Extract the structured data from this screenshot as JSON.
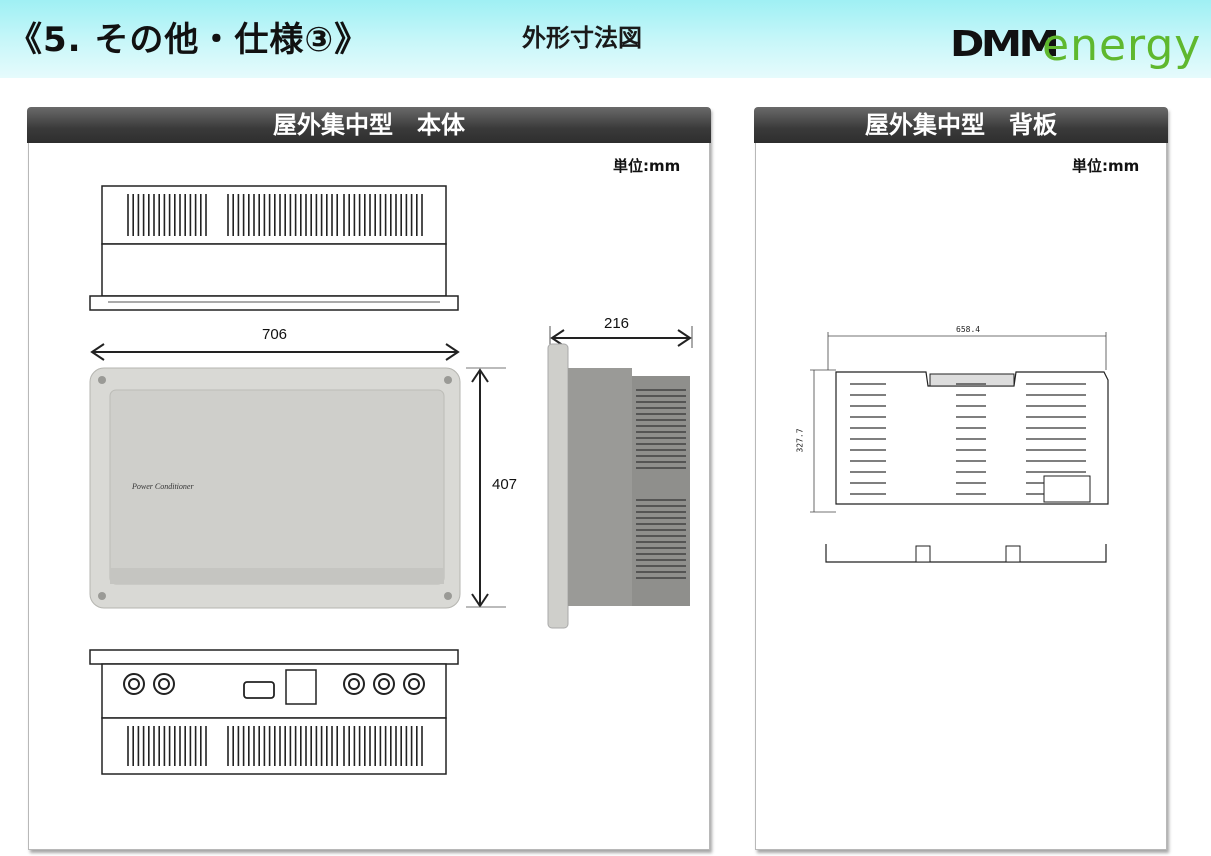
{
  "header": {
    "title": "《5. その他・仕様③》",
    "subtitle": "外形寸法図",
    "logo": {
      "dmm": "DMM",
      "energy": "energy"
    }
  },
  "left_panel": {
    "title": "屋外集中型　本体",
    "unit_label": "単位:mm",
    "dim_width": "706",
    "dim_height": "407",
    "dim_depth": "216",
    "device_label": "Power Conditioner"
  },
  "right_panel": {
    "title": "屋外集中型　背板",
    "unit_label": "単位:mm",
    "dim_width": "658.4",
    "dim_height": "327.7"
  },
  "colors": {
    "brand_green": "#5fb82e",
    "header_cyan": "#9ff0f4",
    "panel_head": "#3a3a3a"
  }
}
